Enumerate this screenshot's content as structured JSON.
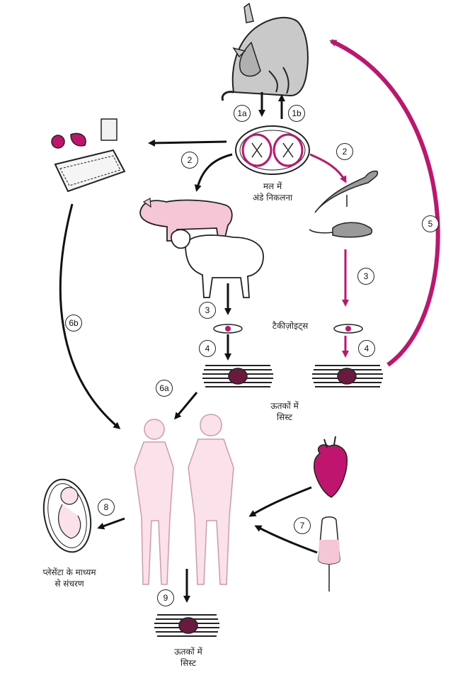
{
  "labels": {
    "eggs": "मल में\nअंडे निकलना",
    "tachyzoites": "टैकीज़ोइट्स",
    "cysts_animal": "ऊतकों में\nसिस्ट",
    "placenta": "प्लेसेंटा के माध्यम\nसे संचरण",
    "cysts_human": "ऊतकों में\nसिस्ट"
  },
  "steps": {
    "s1a": "1a",
    "s1b": "1b",
    "s2_left": "2",
    "s2_right": "2",
    "s3_left": "3",
    "s3_right": "3",
    "s4_left": "4",
    "s4_right": "4",
    "s5": "5",
    "s6a": "6a",
    "s6b": "6b",
    "s7": "7",
    "s8": "8",
    "s9": "9"
  },
  "colors": {
    "magenta": "#c0156e",
    "black": "#111111",
    "pink": "#f5c6d6",
    "skin": "#fbe1e9"
  }
}
